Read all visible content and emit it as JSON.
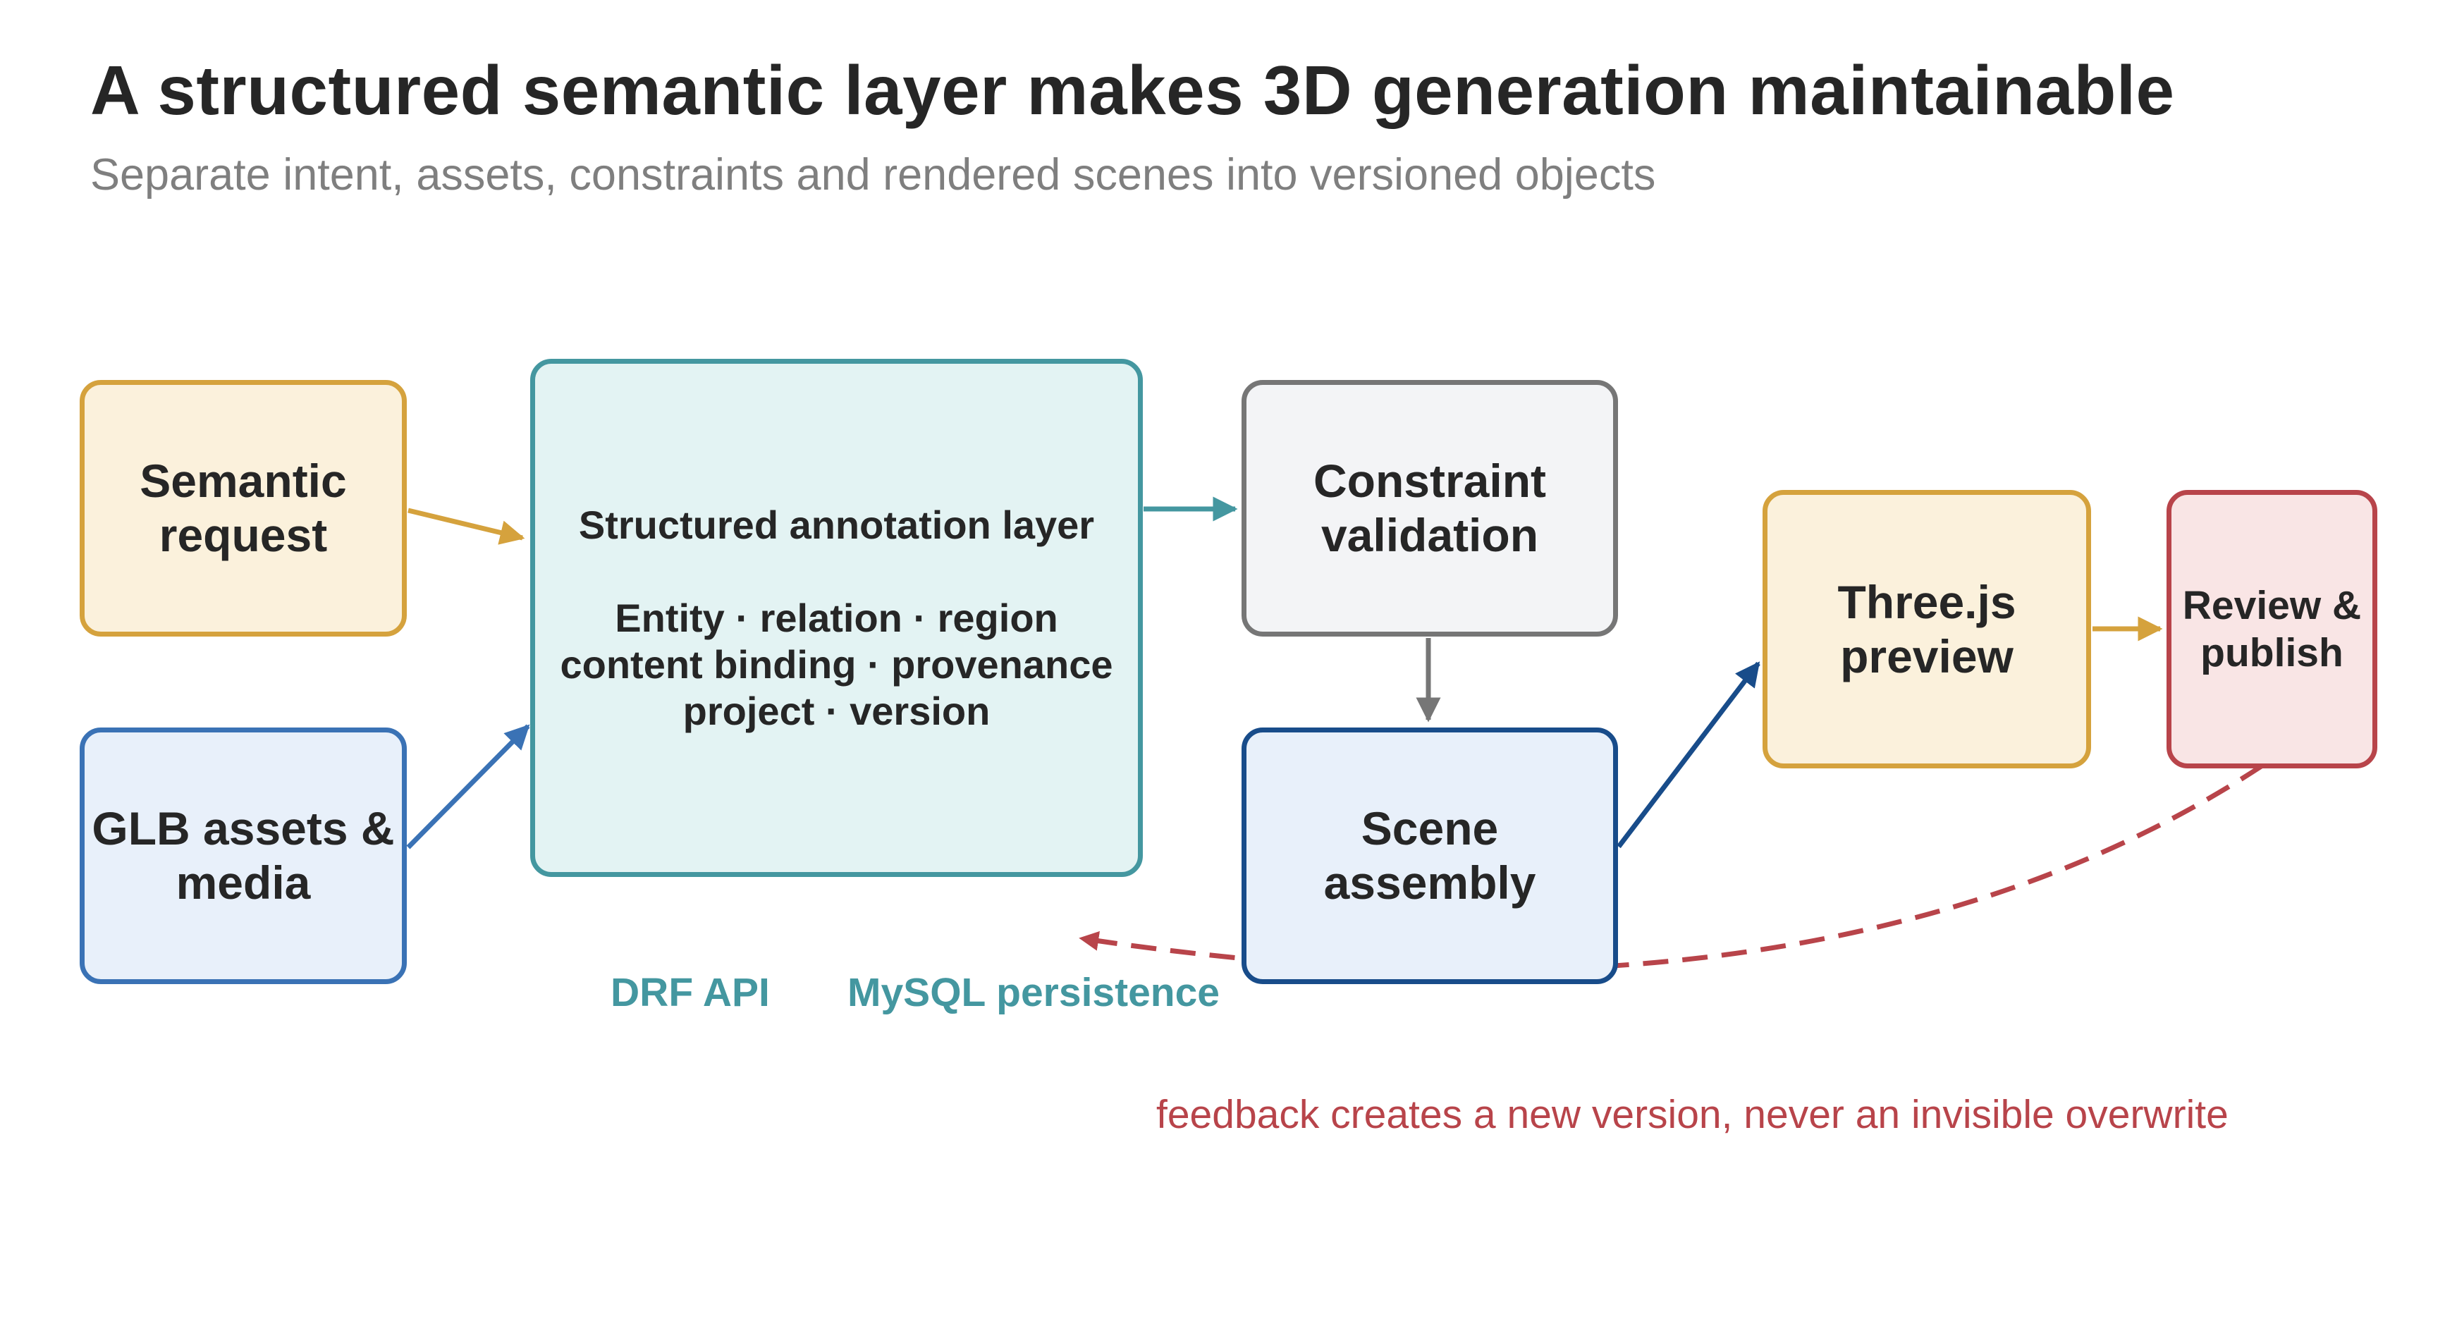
{
  "title": "A structured semantic layer makes 3D generation maintainable",
  "subtitle": "Separate intent, assets, constraints and rendered scenes into versioned objects",
  "nodes": {
    "semantic_request": "Semantic\nrequest",
    "glb_assets": "GLB assets &\nmedia",
    "annotation_title": "Structured annotation layer",
    "annotation_body": "Entity · relation · region\ncontent binding · provenance\nproject · version",
    "constraint_validation": "Constraint\nvalidation",
    "scene_assembly": "Scene\nassembly",
    "threejs_preview": "Three.js\npreview",
    "review_publish": "Review &\npublish"
  },
  "captions": {
    "drf_api": "DRF API",
    "mysql": "MySQL persistence"
  },
  "feedback_note": "feedback creates a new version, never an invisible overwrite",
  "colors": {
    "gold": "#d5a23d",
    "blue": "#3a72b5",
    "teal": "#4497a0",
    "gray": "#767676",
    "navy": "#184c8a",
    "red": "#b8444a"
  }
}
